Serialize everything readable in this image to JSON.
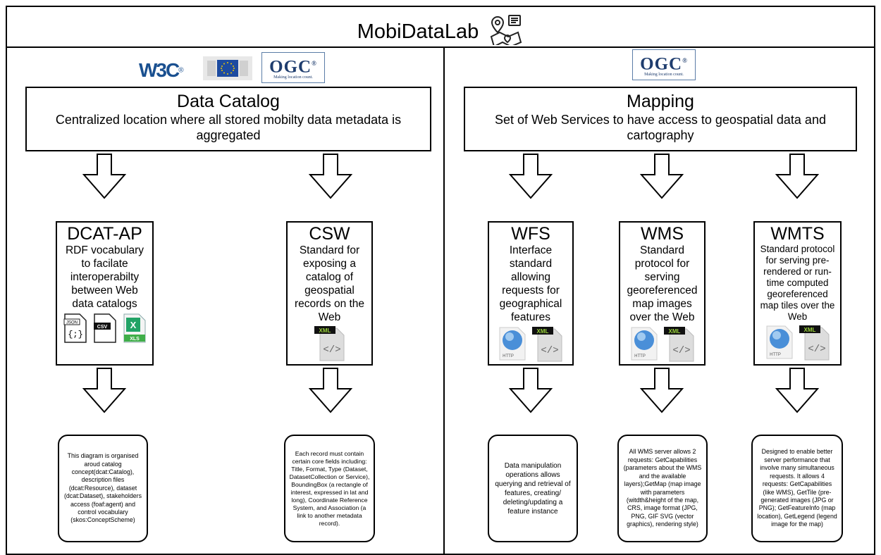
{
  "header": {
    "title": "MobiDataLab"
  },
  "logos": {
    "w3c": "W3C",
    "w3c_mark": "®",
    "ogc": "OGC",
    "ogc_mark": "®",
    "ogc_tagline": "Making location count."
  },
  "left": {
    "title": "Data Catalog",
    "description": "Centralized location where all stored mobilty data metadata is aggregated",
    "standards": [
      {
        "name": "DCAT-AP",
        "description": "RDF vocabulary to facilate interoperabilty between Web data catalogs",
        "icons": [
          "json-file-icon",
          "csv-file-icon",
          "xls-file-icon"
        ],
        "note": "This diagram is organised aroud catalog concept(dcat:Catalog), description files (dcat:Resource), dataset (dcat:Dataset), stakeholders access (foaf:agent) and control vocabulary (skos:ConceptScheme)"
      },
      {
        "name": "CSW",
        "description": "Standard for exposing a catalog of geospatial records on the Web",
        "icons": [
          "xml-file-icon"
        ],
        "note": "Each record must contain certain core fields including: Title, Format, Type (Dataset, DatasetCollection or Service), BoundingBox (a rectangle of interest, expressed in lat and long), Coordinate Reference System, and Association (a link to another metadata record)."
      }
    ]
  },
  "right": {
    "title": "Mapping",
    "description": "Set of Web Services to have access to geospatial data and cartography",
    "standards": [
      {
        "name": "WFS",
        "description": "Interface standard allowing requests for geographical features",
        "icons": [
          "http-file-icon",
          "xml-file-icon"
        ],
        "note": "Data manipulation operations allows querying and retrieval of features, creating/ deleting/updating a feature instance"
      },
      {
        "name": "WMS",
        "description": "Standard protocol for serving georeferenced map images over the Web",
        "icons": [
          "http-file-icon",
          "xml-file-icon"
        ],
        "note": "All WMS server allows 2 requests: GetCapabilities (parameters about the WMS and the available layers);GetMap (map image with parameters (witdth&height of the map, CRS, image format (JPG, PNG, GIF SVG (vector graphics), rendering style)"
      },
      {
        "name": "WMTS",
        "description": "Standard protocol for serving pre-rendered or run-time computed georeferenced map tiles over the Web",
        "icons": [
          "http-file-icon",
          "xml-file-icon"
        ],
        "note": "Designed to enable better server performance that involve many simultaneous requests. It allows 4 requests: GetCapabilities (like WMS), GetTile (pre-generated images (JPG or PNG); GetFeatureInfo (map location), GetLegend (legend image for the map)"
      }
    ]
  },
  "icon_labels": {
    "json": "JSON",
    "csv": "CSV",
    "xls": "XLS",
    "xml": "XML",
    "http": "HTTP",
    "code": "</>"
  }
}
